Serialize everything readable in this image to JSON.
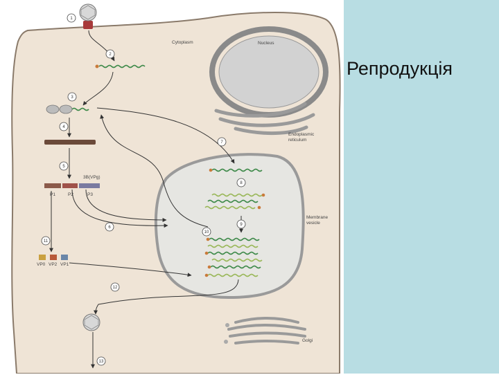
{
  "slide": {
    "title": "Репродукція"
  },
  "diagram": {
    "labels": {
      "cytoplasm": "Cytoplasm",
      "nucleus": "Nucleus",
      "endoplasmic_reticulum_line1": "Endoplasmic",
      "endoplasmic_reticulum_line2": "reticulum",
      "membrane_vesicle_line1": "Membrane",
      "membrane_vesicle_line2": "vesicle",
      "golgi": "Golgi",
      "vpg": "3B(VPg)",
      "p1": "P1",
      "p2": "P2",
      "p3": "P3",
      "vp0": "VP0",
      "vp2": "VP2",
      "vp1": "VP1"
    },
    "steps": [
      "1",
      "2",
      "3",
      "4",
      "5",
      "6",
      "7",
      "8",
      "9",
      "10",
      "11",
      "12",
      "13"
    ],
    "colors": {
      "cell_fill": "#efe4d6",
      "cell_stroke": "#8a7a6a",
      "rna_dark_green": "#3f8a4a",
      "rna_light_green": "#9ab85a",
      "cap_orange": "#c97a3a",
      "polyprotein": "#6b4a3a",
      "p1_color": "#8b5a4a",
      "p2_color": "#a0524a",
      "p3_color": "#7a7aa0",
      "vp0_color": "#c9a040",
      "vp2_color": "#b85a3a",
      "vp1_color": "#6a86a8",
      "vesicle_fill": "#e6e6e2",
      "side_panel": "#b8dde3"
    }
  }
}
